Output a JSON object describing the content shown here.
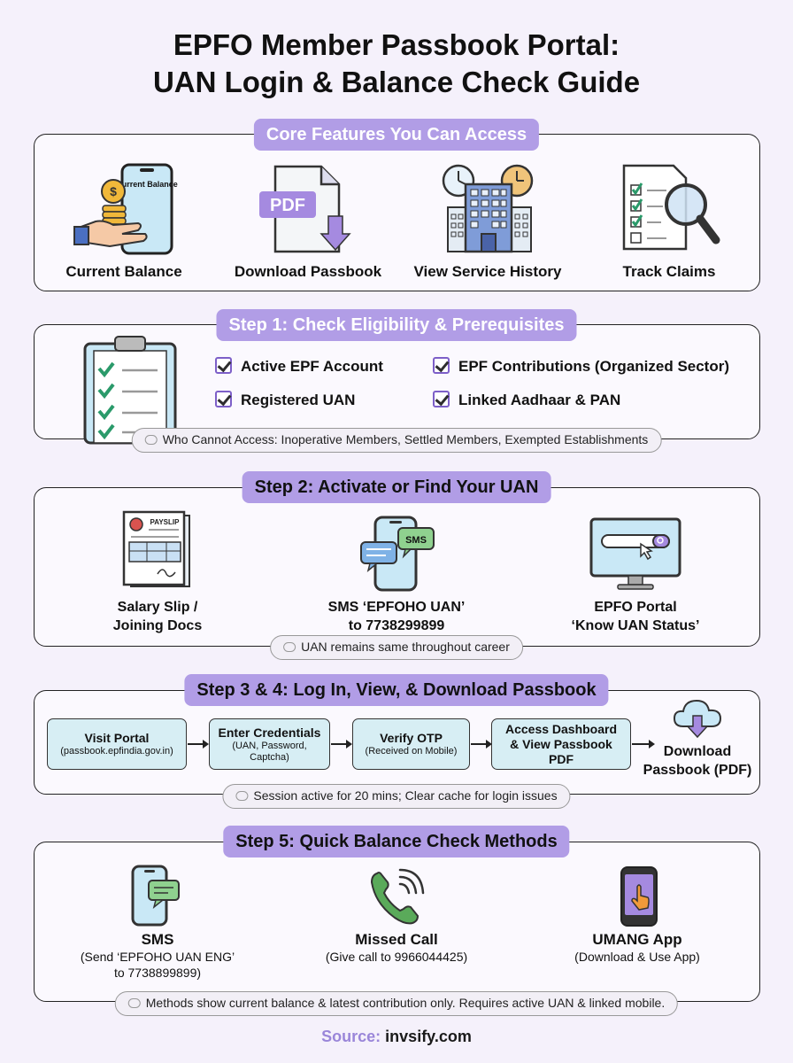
{
  "title_line1": "EPFO Member Passbook Portal:",
  "title_line2": "UAN Login & Balance Check Guide",
  "core": {
    "heading": "Core Features You Can Access",
    "items": [
      {
        "label": "Current Balance",
        "icon": "hand-coins-phone-icon",
        "icon_text": "Current Balance"
      },
      {
        "label": "Download Passbook",
        "icon": "pdf-download-icon",
        "icon_text": "PDF"
      },
      {
        "label": "View Service History",
        "icon": "building-clock-icon"
      },
      {
        "label": "Track Claims",
        "icon": "checklist-magnifier-icon"
      }
    ]
  },
  "step1": {
    "heading": "Step 1: Check Eligibility & Prerequisites",
    "checks": [
      "Active EPF Account",
      "EPF Contributions (Organized Sector)",
      "Registered UAN",
      "Linked Aadhaar & PAN"
    ],
    "note": "Who Cannot Access: Inoperative Members, Settled Members, Exempted Establishments"
  },
  "step2": {
    "heading": "Step 2: Activate or Find Your UAN",
    "items": [
      {
        "line1": "Salary Slip /",
        "line2": "Joining Docs",
        "icon": "payslip-icon",
        "icon_text": "PAYSLIP"
      },
      {
        "line1": "SMS ‘EPFOHO UAN’",
        "line2": "to 7738299899",
        "icon": "phone-sms-icon",
        "icon_text": "SMS"
      },
      {
        "line1": "EPFO Portal",
        "line2": "‘Know UAN Status’",
        "icon": "monitor-search-icon"
      }
    ],
    "note": "UAN remains same throughout career"
  },
  "step34": {
    "heading": "Step 3 & 4: Log In, View, & Download Passbook",
    "flow": [
      {
        "title": "Visit Portal",
        "sub": "(passbook.epfindia.gov.in)"
      },
      {
        "title": "Enter Credentials",
        "sub": "(UAN, Password, Captcha)"
      },
      {
        "title": "Verify OTP",
        "sub": "(Received on Mobile)"
      },
      {
        "title": "Access Dashboard & View Passbook PDF",
        "sub": ""
      }
    ],
    "final_line1": "Download",
    "final_line2": "Passbook (PDF)",
    "final_icon": "cloud-download-icon",
    "note": "Session active for 20 mins; Clear cache for login issues"
  },
  "step5": {
    "heading": "Step 5: Quick Balance Check Methods",
    "items": [
      {
        "title": "SMS",
        "sub1": "(Send ‘EPFOHO UAN ENG’",
        "sub2": "to 7738899899)",
        "icon": "phone-chat-icon"
      },
      {
        "title": "Missed Call",
        "sub1": "(Give call to 9966044425)",
        "sub2": "",
        "icon": "phone-call-icon"
      },
      {
        "title": "UMANG App",
        "sub1": "(Download & Use App)",
        "sub2": "",
        "icon": "app-tap-icon"
      }
    ],
    "note": "Methods show current balance & latest contribution only. Requires active UAN & linked mobile."
  },
  "source_label": "Source:",
  "source_value": "invsify.com",
  "colors": {
    "accent": "#b19de6",
    "background": "#f5f1fb",
    "flow_box": "#d7eef4",
    "check": "#7d5fc8"
  }
}
